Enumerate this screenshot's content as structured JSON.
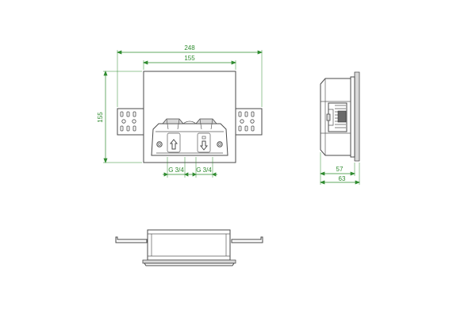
{
  "drawing": {
    "dimensions": {
      "overall_width": "248",
      "box_width": "155",
      "box_height": "155",
      "side_depth_inner": "57",
      "side_depth_outer": "63",
      "thread_left": "G 3/4",
      "thread_right": "G 3/4"
    },
    "colors": {
      "dimension_lines": "#2e8b2e",
      "part_outline": "#4a4a4a"
    }
  }
}
